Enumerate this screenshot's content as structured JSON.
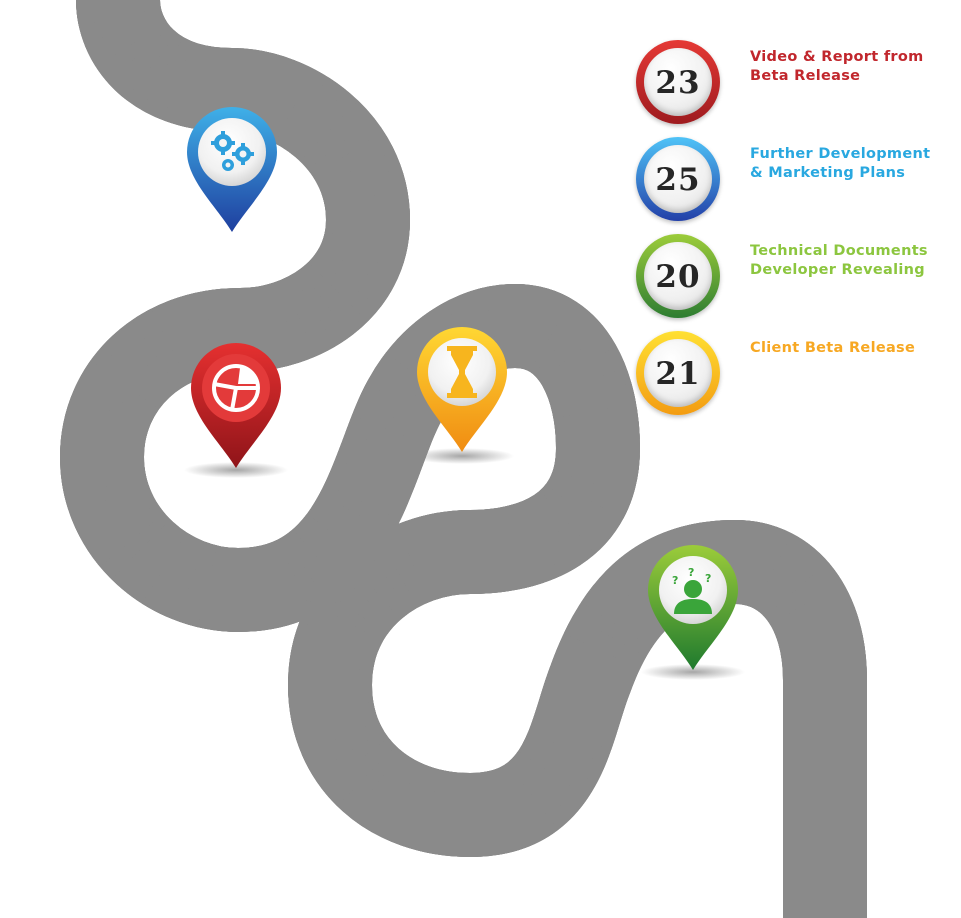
{
  "legend": [
    {
      "number": "23",
      "lines": [
        "Video & Report from",
        "Beta Release"
      ],
      "color": "#c1272d",
      "ring": [
        "#e53935",
        "#9e1b1f"
      ]
    },
    {
      "number": "25",
      "lines": [
        "Further Development",
        "& Marketing Plans"
      ],
      "color": "#29a8e0",
      "ring": [
        "#4fc3f7",
        "#2340a8"
      ]
    },
    {
      "number": "20",
      "lines": [
        "Technical Documents",
        "Developer Revealing"
      ],
      "color": "#8cc63f",
      "ring": [
        "#9ccc3a",
        "#2e7d32"
      ]
    },
    {
      "number": "21",
      "lines": [
        "Client Beta Release"
      ],
      "color": "#f7a823",
      "ring": [
        "#ffe033",
        "#f39c12"
      ]
    }
  ],
  "markers": [
    {
      "icon": "gears-icon",
      "colors": [
        "#3fb0e8",
        "#1f3f9f"
      ]
    },
    {
      "icon": "pie-chart-icon",
      "colors": [
        "#e53030",
        "#8f1419"
      ]
    },
    {
      "icon": "hourglass-icon",
      "colors": [
        "#ffd733",
        "#f08c12"
      ]
    },
    {
      "icon": "confused-person-icon",
      "colors": [
        "#9ccc3a",
        "#1f7a2e"
      ]
    }
  ]
}
